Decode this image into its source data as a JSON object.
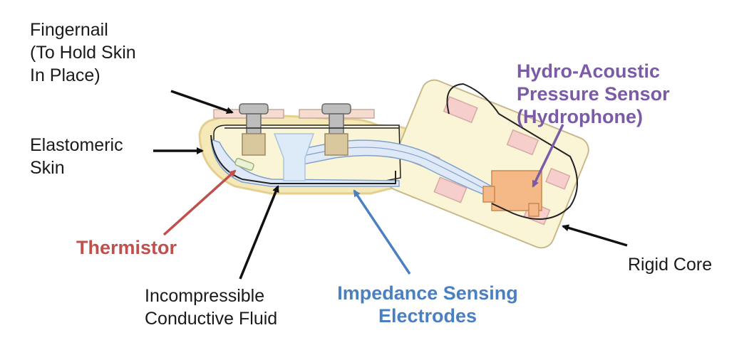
{
  "colors": {
    "thermistor": "#c0504d",
    "electrodes": "#4a7fc1",
    "hydrophone": "#7b5aa6",
    "leader": "#111111",
    "skin_fill": "#f6e9b8",
    "core_fill": "#fbf5d8",
    "fluid_fill": "#dfe9f7",
    "sensor_fill": "#f5b987",
    "pad_fill": "#f6cfcc"
  },
  "labels": {
    "fingernail": [
      "Fingernail",
      "(To Hold Skin",
      "In Place)"
    ],
    "elastomeric_skin": [
      "Elastomeric",
      "Skin"
    ],
    "thermistor": "Thermistor",
    "fluid": [
      "Incompressible",
      "Conductive Fluid"
    ],
    "electrodes": [
      "Impedance Sensing",
      "Electrodes"
    ],
    "hydrophone": [
      "Hydro-Acoustic",
      "Pressure Sensor",
      "(Hydrophone)"
    ],
    "rigid_core": "Rigid Core"
  }
}
